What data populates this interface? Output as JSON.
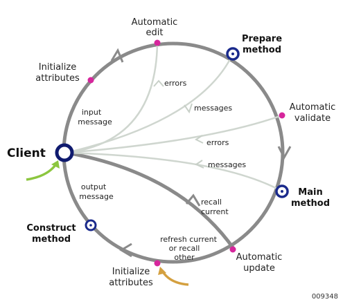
{
  "nodes": {
    "client": "Client",
    "prepare": [
      "Prepare",
      "method"
    ],
    "main": [
      "Main",
      "method"
    ],
    "construct": [
      "Construct",
      "method"
    ]
  },
  "steps": {
    "auto_edit": [
      "Automatic",
      "edit"
    ],
    "init_top": [
      "Initialize",
      "attributes"
    ],
    "auto_validate": [
      "Automatic",
      "validate"
    ],
    "auto_update": [
      "Automatic",
      "update"
    ],
    "init_bottom": [
      "Initialize",
      "attributes"
    ]
  },
  "flows": {
    "input_message": [
      "input",
      "message"
    ],
    "output_message": [
      "output",
      "message"
    ],
    "errors_1": "errors",
    "messages_1": "messages",
    "errors_2": "errors",
    "messages_2": "messages",
    "recall_current": [
      "recall",
      "current"
    ],
    "refresh": [
      "refresh current",
      "or recall",
      "other"
    ]
  },
  "figure_id": "009348",
  "colors": {
    "cycle": "#8a8a8a",
    "flow": "#cfd6cf",
    "node": "#1a2a8c",
    "client_ring": "#0f1a6e",
    "dot": "#d6269c",
    "green_arrow": "#8cc63f",
    "gold_arrow": "#d4a040"
  }
}
